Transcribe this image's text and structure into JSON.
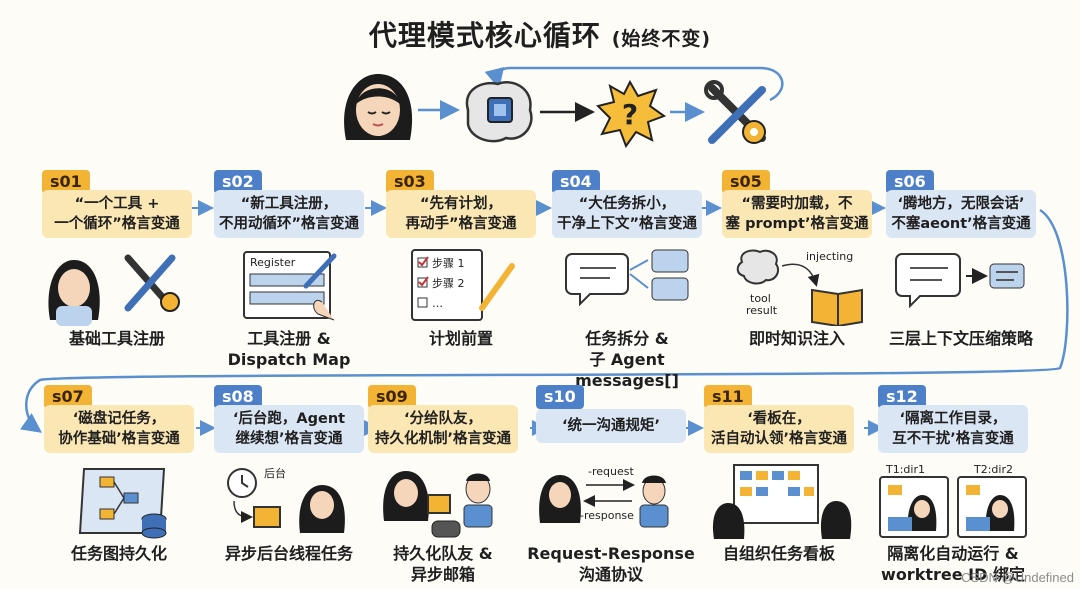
{
  "title": {
    "main": "代理模式核心循环",
    "sub": "(始终不变)"
  },
  "top_loop": {
    "icons": [
      "person-icon",
      "brain-chip-icon",
      "question-burst-icon",
      "tools-icon"
    ]
  },
  "steps": [
    {
      "id": "s01",
      "motto": "“一个工具 +\n一个循环”格言变通",
      "caption": "基础工具注册",
      "theme": "orange",
      "labels": []
    },
    {
      "id": "s02",
      "motto": "“新工具注册，\n不用动循环”格言变通",
      "caption": "工具注册 &\nDispatch Map",
      "theme": "blue",
      "labels": [
        "Register"
      ]
    },
    {
      "id": "s03",
      "motto": "“先有计划，\n再动手”格言变通",
      "caption": "计划前置",
      "theme": "orange",
      "labels": [
        "步骤 1",
        "步骤 2",
        "…"
      ]
    },
    {
      "id": "s04",
      "motto": "“大任务拆小，\n干净上下文”格言变通",
      "caption": "任务拆分 &\n子 Agent messages[]",
      "theme": "blue",
      "labels": []
    },
    {
      "id": "s05",
      "motto": "“需要时加载，不\n塞 prompt’格言变通",
      "caption": "即时知识注入",
      "theme": "orange",
      "labels": [
        "injecting",
        "tool\nresult"
      ]
    },
    {
      "id": "s06",
      "motto": "‘腾地方，无限会话’\n不塞aeont’格言变通",
      "caption": "三层上下文压缩策略",
      "theme": "blue",
      "labels": []
    },
    {
      "id": "s07",
      "motto": "‘磁盘记任务，\n协作基础’格言变通",
      "caption": "任务图持久化",
      "theme": "orange",
      "labels": []
    },
    {
      "id": "s08",
      "motto": "‘后台跑，Agent\n继续想’格言变通",
      "caption": "异步后台线程任务",
      "theme": "blue",
      "labels": [
        "后台"
      ]
    },
    {
      "id": "s09",
      "motto": "‘分给队友，\n持久化机制’格言变通",
      "caption": "持久化队友 &\n异步邮箱",
      "theme": "orange",
      "labels": []
    },
    {
      "id": "s10",
      "motto": "‘统一沟通规矩’",
      "caption": "Request-Response\n沟通协议",
      "theme": "blue",
      "labels": [
        "-request",
        "-response"
      ]
    },
    {
      "id": "s11",
      "motto": "‘看板在，\n活自动认领’格言变通",
      "caption": "自组织任务看板",
      "theme": "orange",
      "labels": []
    },
    {
      "id": "s12",
      "motto": "‘隔离工作目录，\n互不干扰’格言变通",
      "caption": "隔离化自动运行 &\nworktree ID 绑定",
      "theme": "blue",
      "labels": [
        "T1:dir1",
        "T2:dir2"
      ]
    }
  ],
  "watermark": "CSDN @Undefined",
  "colors": {
    "orange_badge": "#f3b335",
    "orange_box": "#fbe7b4",
    "blue_badge": "#4d80c8",
    "blue_box": "#dbe6f5",
    "connector": "#5a8fd0"
  }
}
